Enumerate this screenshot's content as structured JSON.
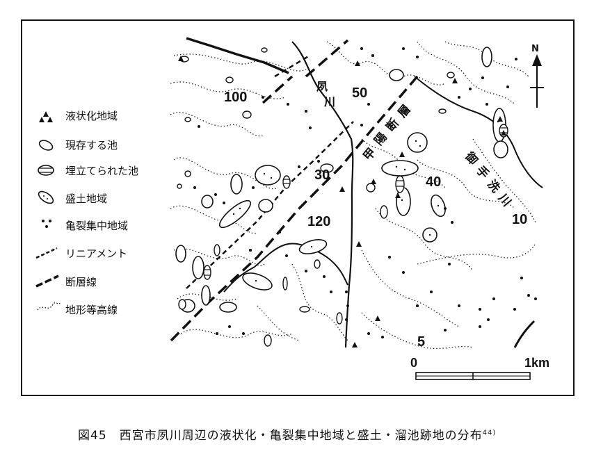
{
  "legend": [
    {
      "symbol": "liquefaction-triangles-icon",
      "label": "液状化地域"
    },
    {
      "symbol": "existing-pond-icon",
      "label": "現存する池"
    },
    {
      "symbol": "reclaimed-pond-icon",
      "label": "埋立てられた池"
    },
    {
      "symbol": "fill-area-icon",
      "label": "盛土地域"
    },
    {
      "symbol": "crack-dots-icon",
      "label": "亀裂集中地域"
    },
    {
      "symbol": "lineament-line-icon",
      "label": "リニアメント"
    },
    {
      "symbol": "fault-line-icon",
      "label": "断層線"
    },
    {
      "symbol": "contour-line-icon",
      "label": "地形等高線"
    }
  ],
  "map": {
    "contours": [
      "100",
      "50",
      "30",
      "40",
      "120",
      "10",
      "5"
    ],
    "river_shukugawa": [
      "夙",
      "川"
    ],
    "fault_kouyou": [
      "甲",
      "陽",
      "断",
      "層"
    ],
    "river_mitarai": [
      "御",
      "手",
      "洗",
      "川"
    ],
    "north_label": "N",
    "scale": {
      "start": "0",
      "end": "1km"
    }
  },
  "caption": {
    "text": "図45　西宮市夙川周辺の液状化・亀裂集中地域と盛土・溜池跡地の分布",
    "ref": "44)"
  }
}
